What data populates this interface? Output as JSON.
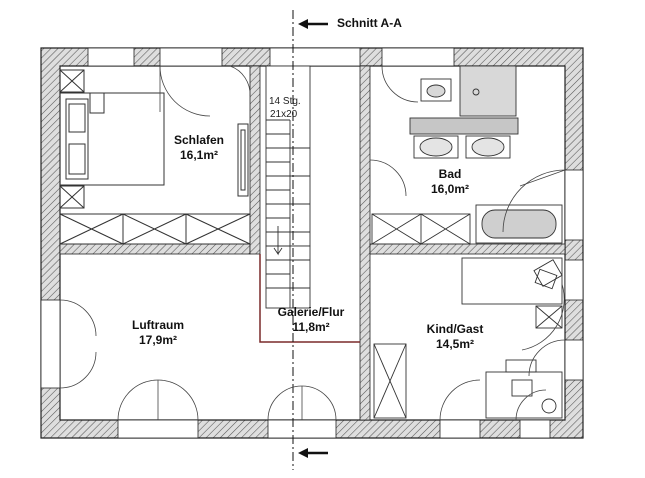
{
  "section_marker": {
    "label": "Schnitt A-A"
  },
  "stair": {
    "steps": "14 Stg.",
    "dimension": "21x20"
  },
  "rooms": [
    {
      "id": "schlafen",
      "name": "Schlafen",
      "area": "16,1m²"
    },
    {
      "id": "bad",
      "name": "Bad",
      "area": "16,0m²"
    },
    {
      "id": "luftraum",
      "name": "Luftraum",
      "area": "17,9m²"
    },
    {
      "id": "galerie",
      "name": "Galerie/Flur",
      "area": "11,8m²"
    },
    {
      "id": "kind",
      "name": "Kind/Gast",
      "area": "14,5m²"
    }
  ],
  "colors": {
    "wall_hatch": "#555555",
    "wall_fill": "#d0d0d0",
    "line": "#222222",
    "rail": "#7a2a2a"
  }
}
